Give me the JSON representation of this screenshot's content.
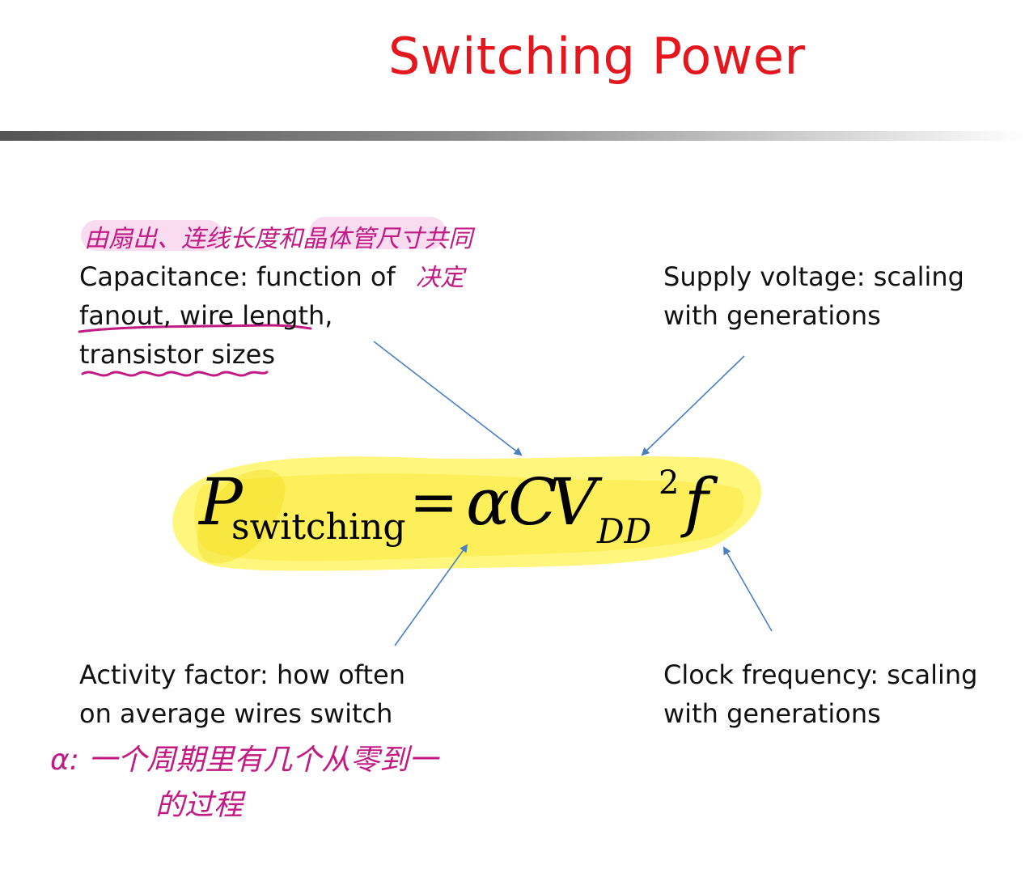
{
  "title": "Switching Power",
  "colors": {
    "title": "#e3171d",
    "annotation": "#c21a83",
    "highlight": "#fff45a",
    "arrow": "#4a7fc1",
    "rule": "#555555"
  },
  "formula": {
    "P": "P",
    "subscript": "switching",
    "equals": "=",
    "alpha": "α",
    "C": "C",
    "V": "V",
    "V_subscript": "DD",
    "exponent": "2",
    "f": "f"
  },
  "labels": {
    "capacitance": {
      "line1": "Capacitance: function of",
      "line2": "fanout, wire length,",
      "line3": "transistor sizes"
    },
    "supply_voltage": {
      "line1": "Supply voltage: scaling",
      "line2": "with generations"
    },
    "activity_factor": {
      "line1": "Activity factor: how often",
      "line2": "on average wires switch"
    },
    "clock_frequency": {
      "line1": "Clock frequency: scaling",
      "line2": "with generations"
    }
  },
  "annotations": {
    "capacitance_top": "由扇出、连线长度和晶体管尺寸共同",
    "capacitance_right": "决定",
    "activity_line1": "α: 一个周期里有几个从零到一",
    "activity_line2": "的过程"
  }
}
